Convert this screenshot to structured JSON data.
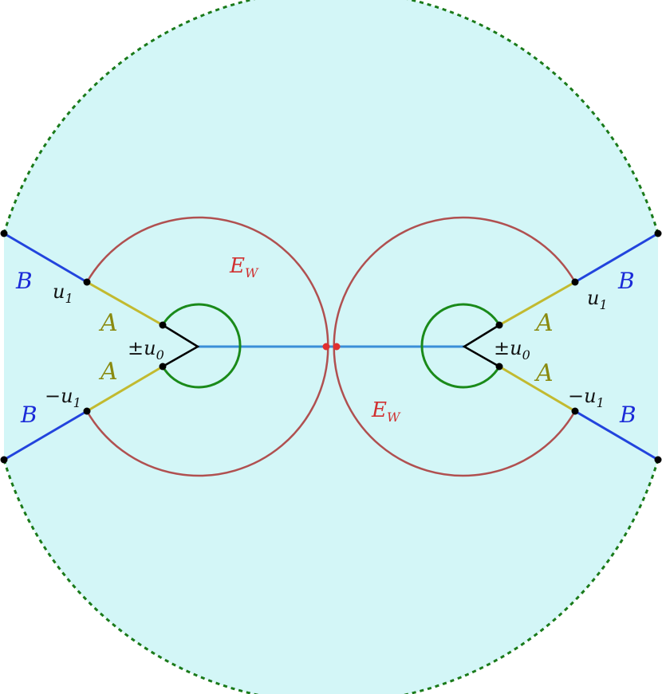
{
  "colors": {
    "fill": "#d3f6f7",
    "outer_dotted": "#1a7a1a",
    "inner_circle": "#1a8a1a",
    "arc_e": "#b05050",
    "segment_b": "#2244dd",
    "segment_a": "#c2ba30",
    "axis": "#3a8fd8",
    "red_point": "#e03030",
    "label_b": "#1a2ad8",
    "label_a": "#8a8a10",
    "label_e": "#d03030",
    "label_u": "#111111"
  },
  "labels": {
    "left": {
      "B_top": "B",
      "u1_top": "u",
      "u1_top_sub": "1",
      "A_top": "A",
      "pm_u0": "±u",
      "pm_u0_sub": "0",
      "A_bottom": "A",
      "B_bottom": "B",
      "neg_u1_minus": "−",
      "neg_u1": "u",
      "neg_u1_sub": "1",
      "E_W": "E",
      "E_W_sub": "W"
    },
    "right": {
      "B_top": "B",
      "u1_top": "u",
      "u1_top_sub": "1",
      "A_top": "A",
      "pm_u0": "±u",
      "pm_u0_sub": "0",
      "A_bottom": "A",
      "B_bottom": "B",
      "neg_u1_minus": "−",
      "neg_u1": "u",
      "neg_u1_sub": "1",
      "E_W": "E",
      "E_W_sub": "W"
    }
  }
}
